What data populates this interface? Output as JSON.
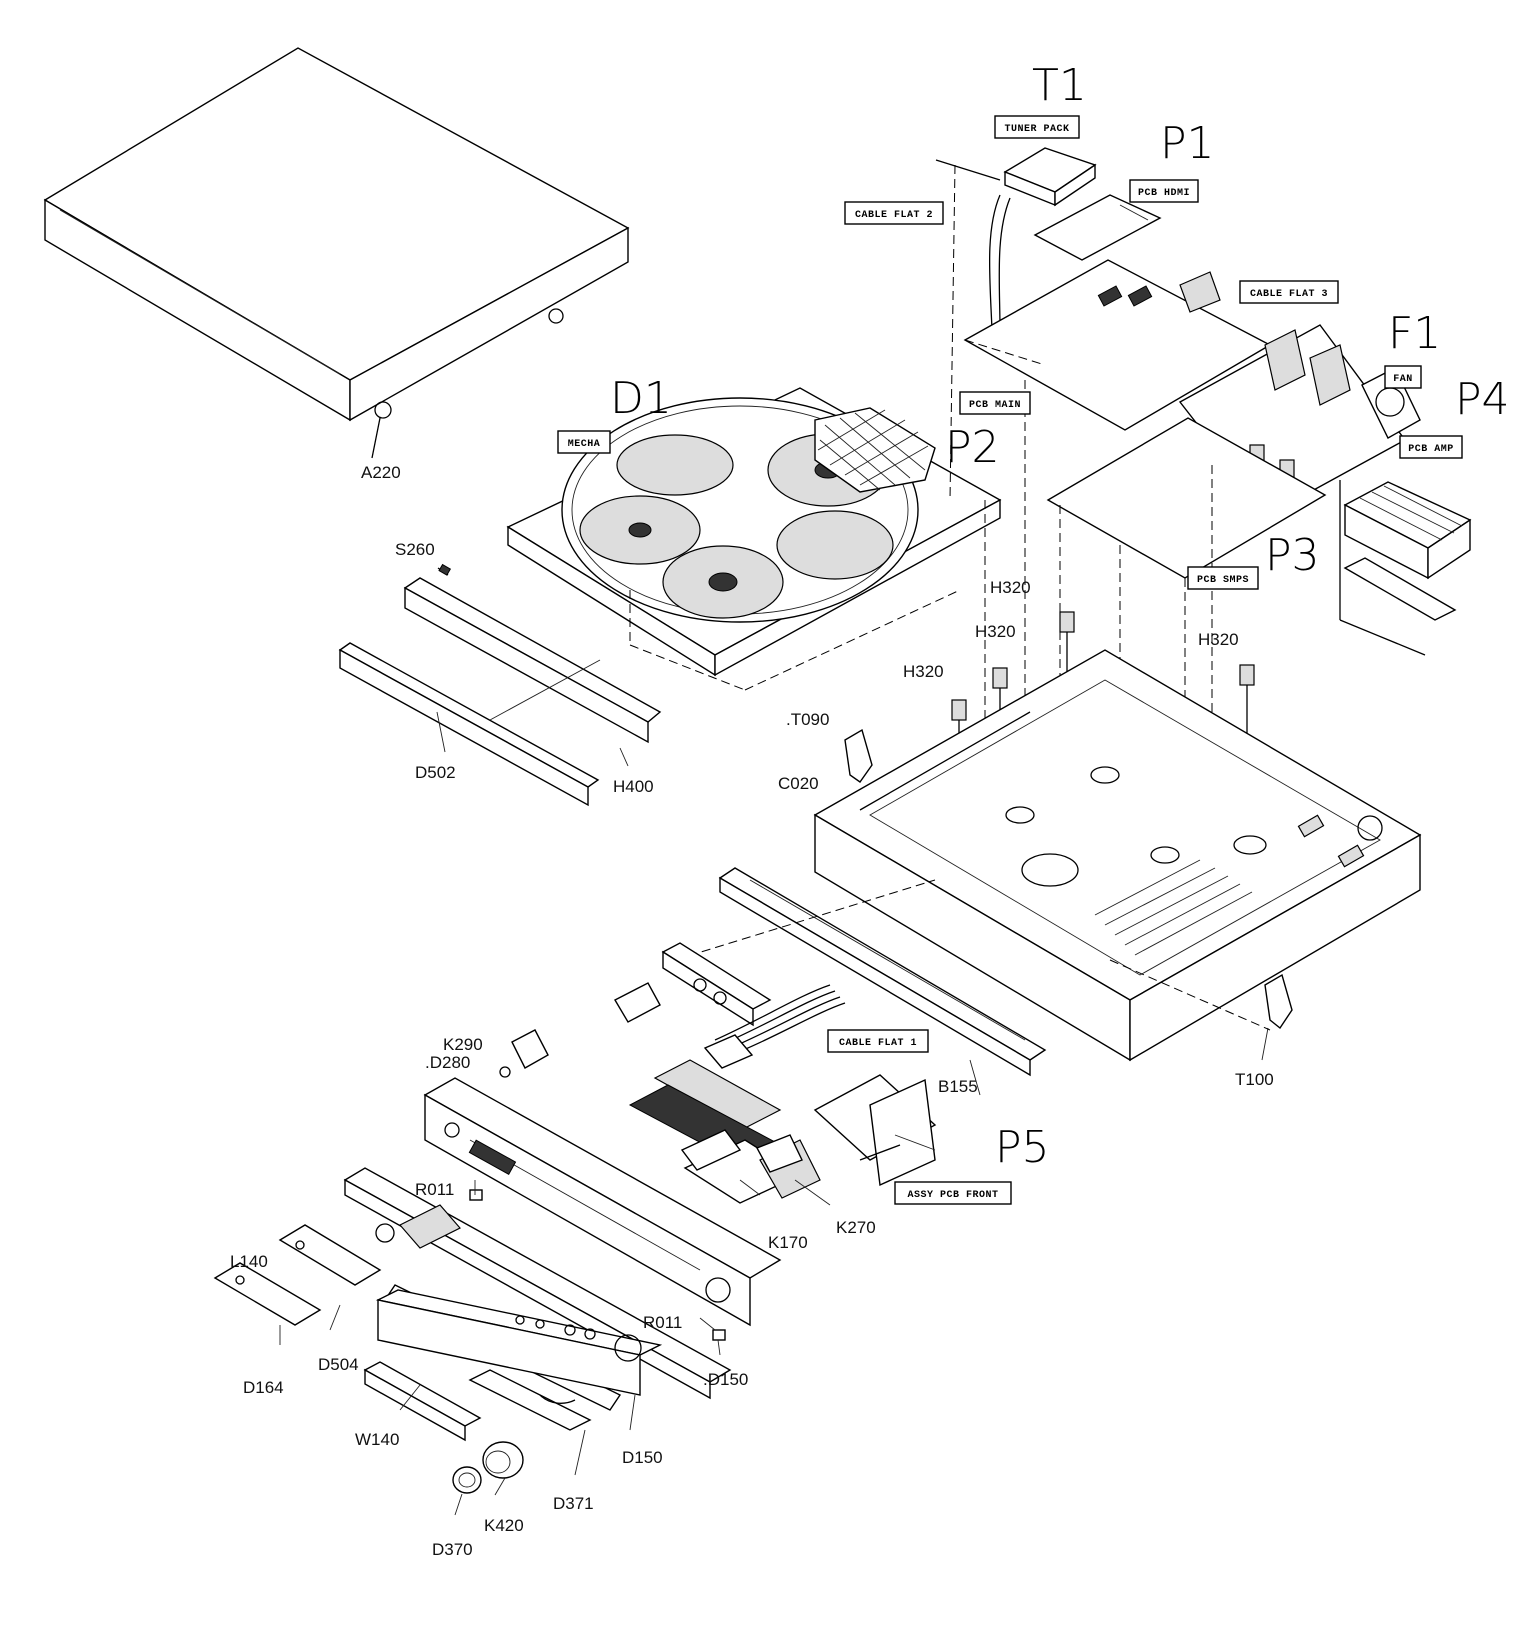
{
  "callouts": {
    "a220": "A220",
    "s260": "S260",
    "d502": "D502",
    "h400": "H400",
    "h320_a": "H320",
    "h320_b": "H320",
    "h320_c": "H320",
    "h320_d": "H320",
    "t090": ".T090",
    "c020": "C020",
    "t100": "T100",
    "b155": "B155",
    "k290": "K290",
    "d280": ".D280",
    "r011_a": "R011",
    "r011_b": "R011",
    "k170": "K170",
    "k270": "K270",
    "l140": "L140",
    "d504": "D504",
    "d164": "D164",
    "w140": "W140",
    "d150_a": ".D150",
    "d150_b": "D150",
    "d371": "D371",
    "k420": "K420",
    "d370": "D370"
  },
  "boxed_labels": {
    "tuner_pack": "TUNER PACK",
    "pcb_hdmi": "PCB HDMI",
    "cable_flat_2": "CABLE FLAT 2",
    "cable_flat_3": "CABLE FLAT 3",
    "fan": "FAN",
    "pcb_main": "PCB MAIN",
    "pcb_amp": "PCB AMP",
    "pcb_smps": "PCB SMPS",
    "mecha": "MECHA",
    "cable_flat_1": "CABLE FLAT 1",
    "assy_pcb_front": "ASSY PCB FRONT"
  },
  "handwritten": {
    "t1": "T1",
    "p1": "P1",
    "f1": "F1",
    "p4": "P4",
    "d1": "D1",
    "p2": "P2",
    "p3": "P3",
    "p5": "P5"
  }
}
